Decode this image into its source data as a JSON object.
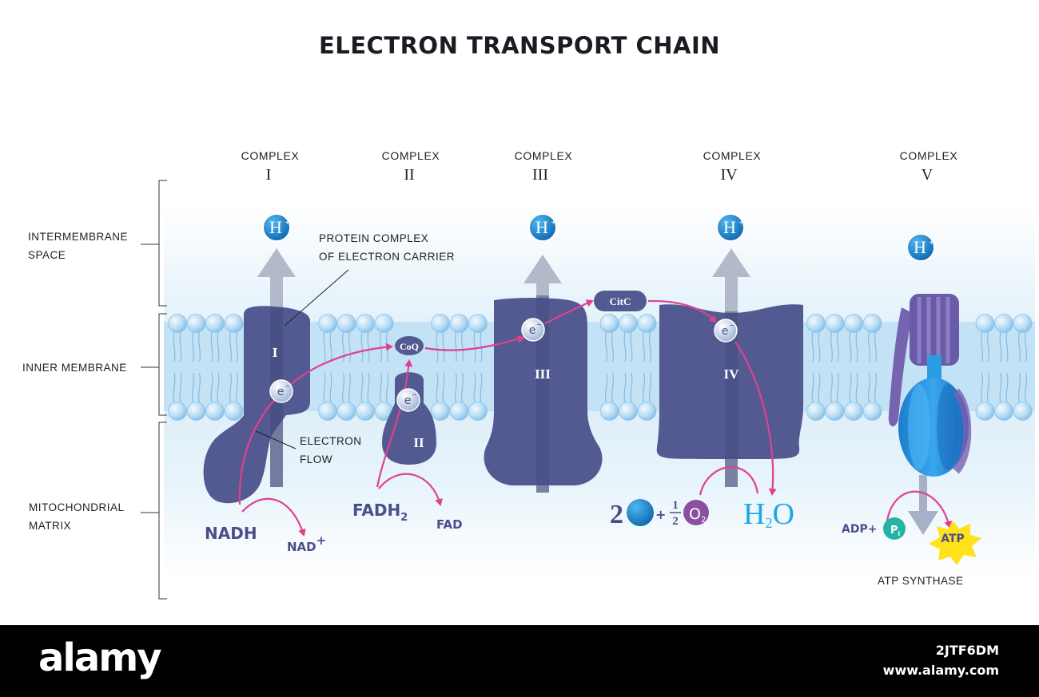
{
  "title": "ELECTRON TRANSPORT CHAIN",
  "complexes": [
    {
      "label": "COMPLEX",
      "numeral": "I",
      "body_label": "I"
    },
    {
      "label": "COMPLEX",
      "numeral": "II",
      "body_label": "II"
    },
    {
      "label": "COMPLEX",
      "numeral": "III",
      "body_label": "III"
    },
    {
      "label": "COMPLEX",
      "numeral": "IV",
      "body_label": "IV"
    },
    {
      "label": "COMPLEX",
      "numeral": "V"
    }
  ],
  "regions": {
    "intermembrane": [
      "INTERMEMBRANE",
      "SPACE"
    ],
    "inner_membrane": "INNER MEMBRANE",
    "matrix": [
      "MITOCHONDRIAL",
      "MATRIX"
    ]
  },
  "annotations": {
    "protein_complex": [
      "PROTEIN COMPLEX",
      "OF ELECTRON CARRIER"
    ],
    "electron_flow": [
      "ELECTRON",
      "FLOW"
    ],
    "atp_synthase": "ATP SYNTHASE"
  },
  "carriers": {
    "coq": "CoQ",
    "citc": "CitC"
  },
  "symbols": {
    "proton": "H",
    "proton_charge": "+",
    "electron": "e",
    "electron_charge": "−"
  },
  "molecules": {
    "nadh": "NADH",
    "nad": "NAD",
    "nad_charge": "+",
    "fadh2": "FADH",
    "fadh2_sub": "2",
    "fad": "FAD",
    "water_coef": "2",
    "plus": "+",
    "half_num": "1",
    "half_den": "2",
    "oxygen": "O",
    "oxygen_sub": "2",
    "water": "H",
    "water_sub": "2",
    "water_o": "O",
    "adp": "ADP",
    "adp_plus": "+",
    "pi": "P",
    "pi_sub": "i",
    "atp": "ATP"
  },
  "watermark": {
    "brand": "alamy",
    "image_id": "2JTF6DM",
    "site": "www.alamy.com"
  },
  "colors": {
    "complex": "#525a91",
    "complex_dark": "#414879",
    "arrow": "#e0418f",
    "proton": "#1584c8",
    "membrane": "#a9d4ef",
    "atp_star": "#ffe21a",
    "oxygen": "#8a4fa0",
    "pi": "#25b3a5",
    "background_band": "#e6f3fb"
  }
}
